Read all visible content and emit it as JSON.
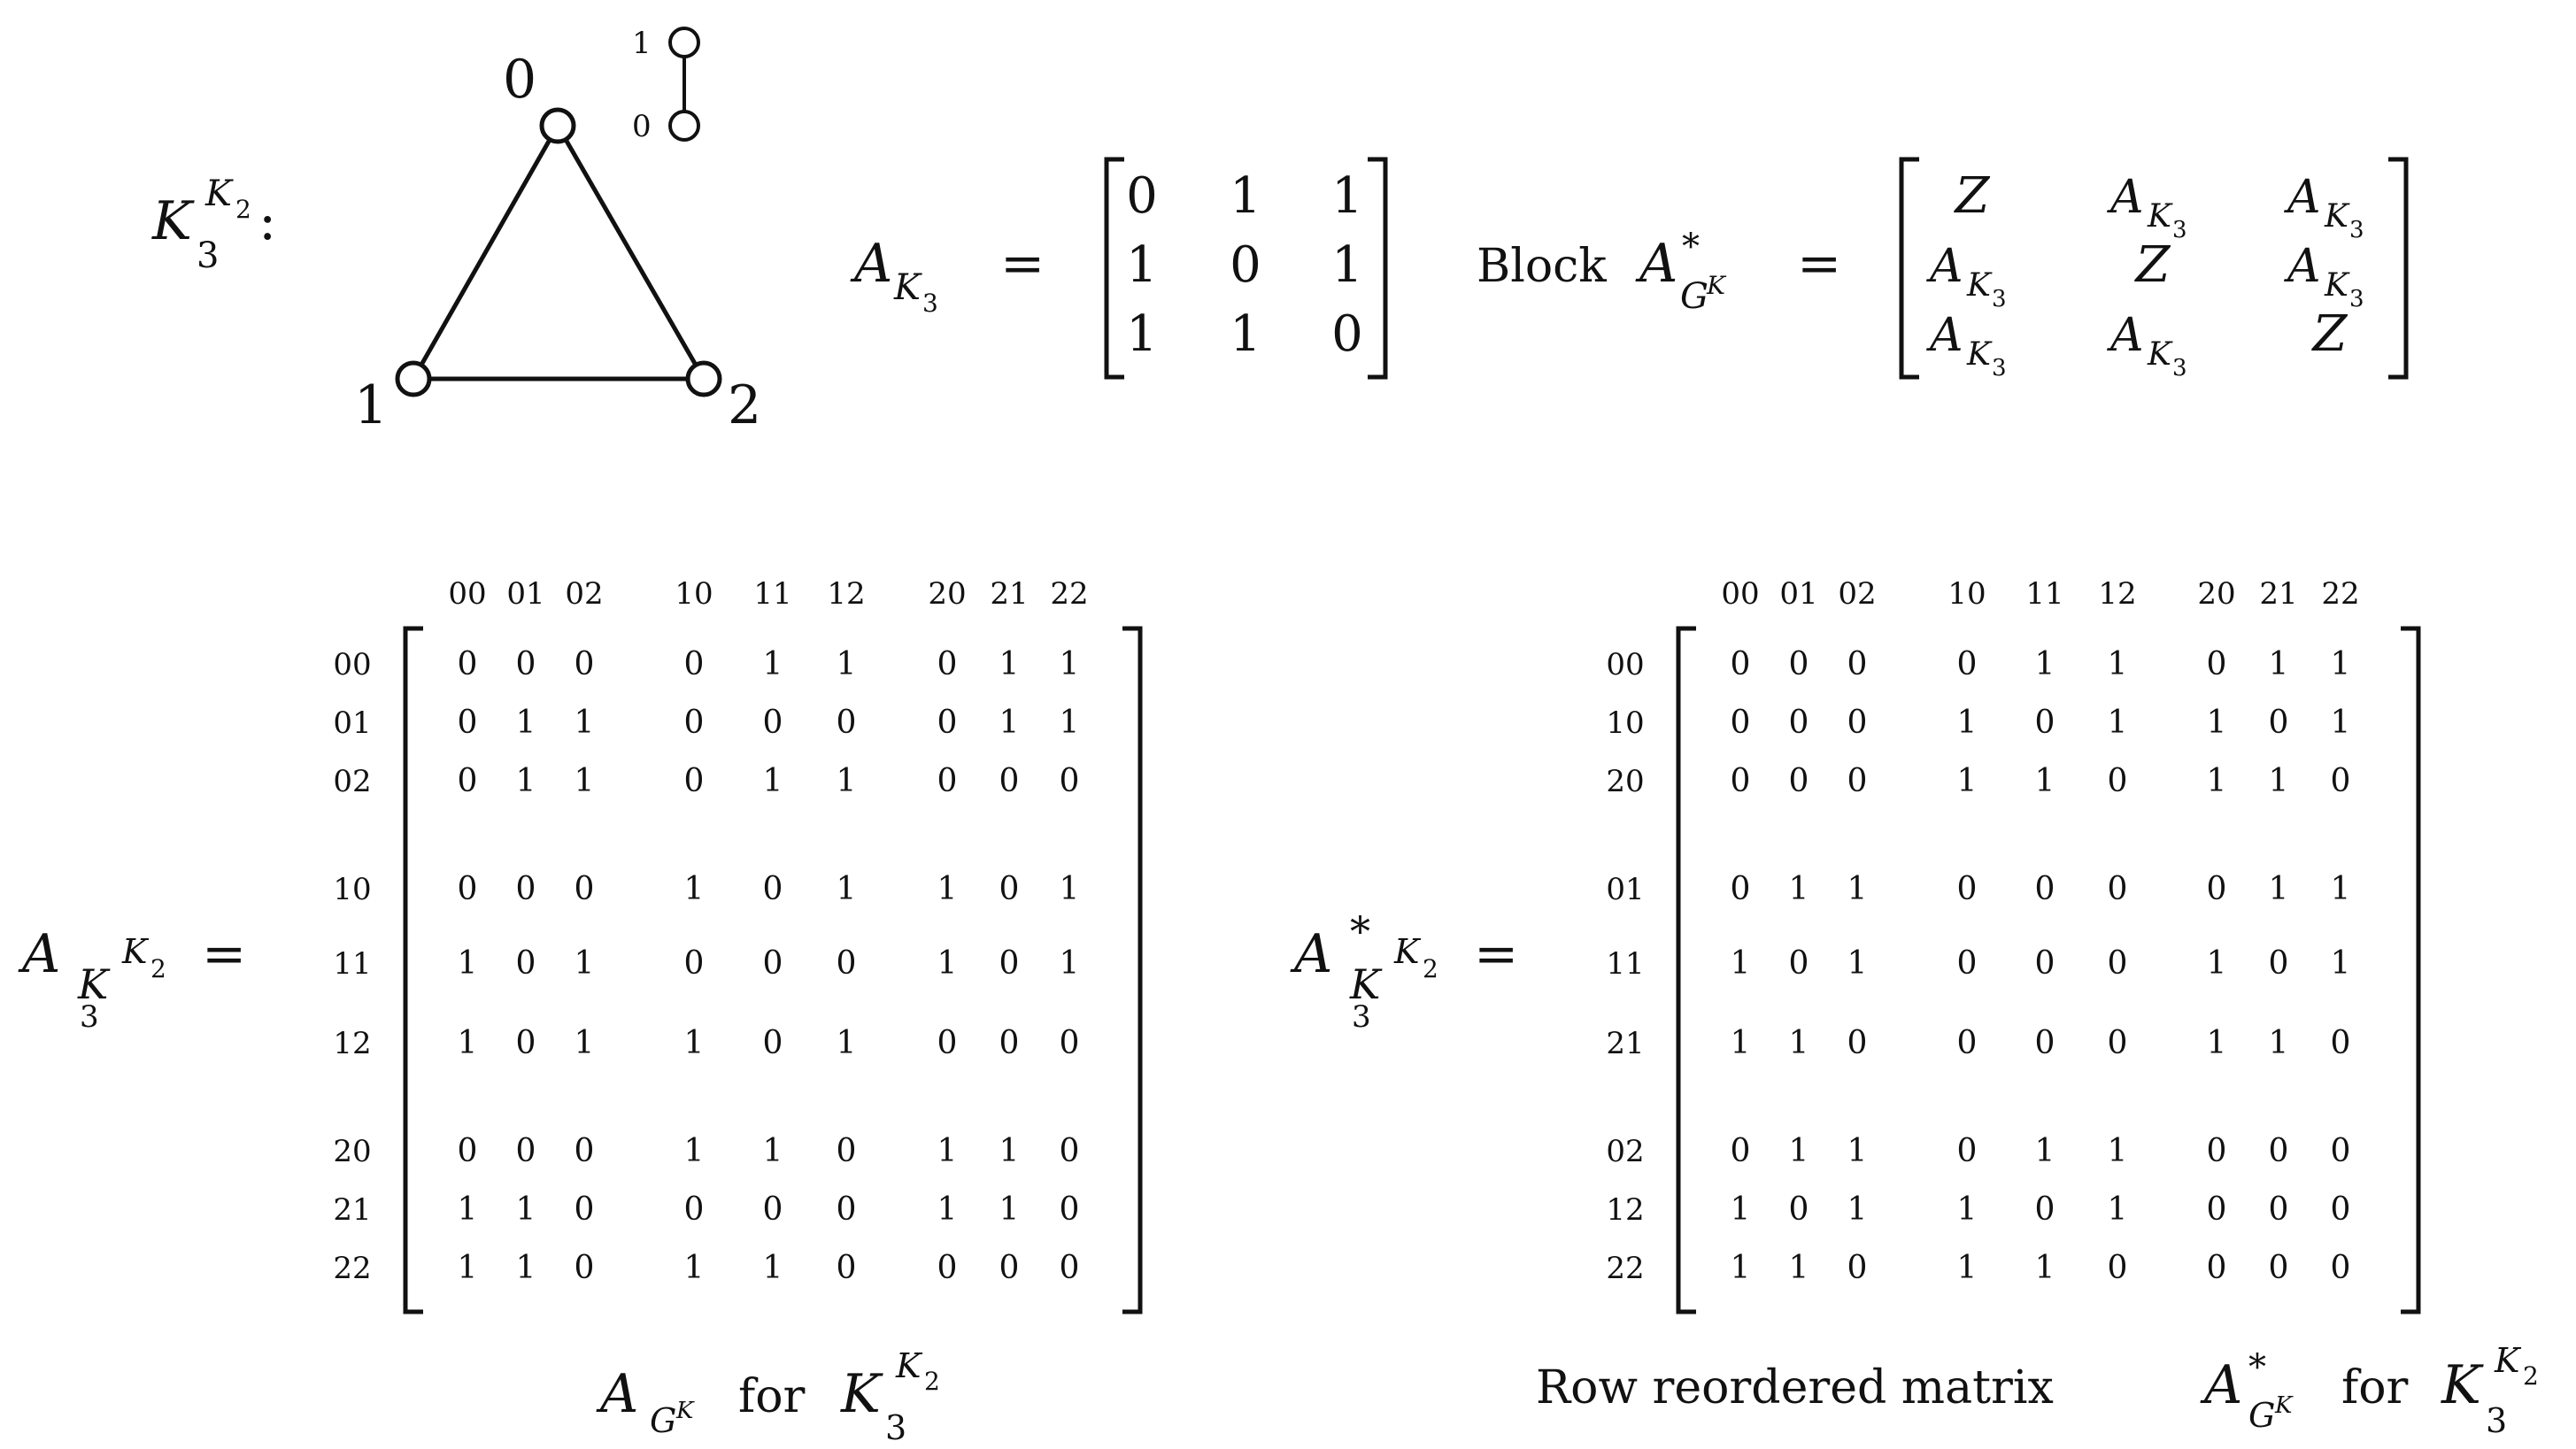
{
  "graph": {
    "label": "K",
    "label_sub": "3",
    "label_sup": "K",
    "label_sup_sub": "2",
    "label_suffix": ":",
    "vertices": [
      "0",
      "1",
      "2"
    ],
    "k2_vertices": [
      "1",
      "0"
    ]
  },
  "a_k3": {
    "name": "A",
    "sub": "K",
    "sub_sub": "3",
    "rows": [
      [
        "0",
        "1",
        "1"
      ],
      [
        "1",
        "0",
        "1"
      ],
      [
        "1",
        "1",
        "0"
      ]
    ]
  },
  "block": {
    "prefix": "Block",
    "name": "A",
    "star": "*",
    "sub": "G",
    "sub_sup": "K",
    "cell_z": "Z",
    "cell_a": "A",
    "cell_a_sub": "K",
    "cell_a_sub_sub": "3",
    "rows": [
      [
        "Z",
        "A",
        "A"
      ],
      [
        "A",
        "Z",
        "A"
      ],
      [
        "A",
        "A",
        "Z"
      ]
    ]
  },
  "left_matrix": {
    "lhs_name": "A",
    "lhs_sub": "K",
    "lhs_sub_sub": "3",
    "lhs_sub_sup": "K",
    "lhs_sub_sup_sub": "2",
    "col_headers": [
      "00",
      "01",
      "02",
      "10",
      "11",
      "12",
      "20",
      "21",
      "22"
    ],
    "row_headers": [
      "00",
      "01",
      "02",
      "10",
      "11",
      "12",
      "20",
      "21",
      "22"
    ],
    "rows": [
      [
        "0",
        "0",
        "0",
        "0",
        "1",
        "1",
        "0",
        "1",
        "1"
      ],
      [
        "0",
        "1",
        "1",
        "0",
        "0",
        "0",
        "0",
        "1",
        "1"
      ],
      [
        "0",
        "1",
        "1",
        "0",
        "1",
        "1",
        "0",
        "0",
        "0"
      ],
      [
        "0",
        "0",
        "0",
        "1",
        "0",
        "1",
        "1",
        "0",
        "1"
      ],
      [
        "1",
        "0",
        "1",
        "0",
        "0",
        "0",
        "1",
        "0",
        "1"
      ],
      [
        "1",
        "0",
        "1",
        "1",
        "0",
        "1",
        "0",
        "0",
        "0"
      ],
      [
        "0",
        "0",
        "0",
        "1",
        "1",
        "0",
        "1",
        "1",
        "0"
      ],
      [
        "1",
        "1",
        "0",
        "0",
        "0",
        "0",
        "1",
        "1",
        "0"
      ],
      [
        "1",
        "1",
        "0",
        "1",
        "1",
        "0",
        "0",
        "0",
        "0"
      ]
    ],
    "caption_name": "A",
    "caption_sub": "G",
    "caption_sub_sup": "K",
    "caption_for": "for",
    "caption_k": "K",
    "caption_k_sub": "3",
    "caption_k_sup": "K",
    "caption_k_sup_sub": "2"
  },
  "right_matrix": {
    "lhs_name": "A",
    "lhs_star": "*",
    "lhs_sub": "K",
    "lhs_sub_sub": "3",
    "lhs_sub_sup": "K",
    "lhs_sub_sup_sub": "2",
    "col_headers": [
      "00",
      "01",
      "02",
      "10",
      "11",
      "12",
      "20",
      "21",
      "22"
    ],
    "row_headers": [
      "00",
      "10",
      "20",
      "01",
      "11",
      "21",
      "02",
      "12",
      "22"
    ],
    "rows": [
      [
        "0",
        "0",
        "0",
        "0",
        "1",
        "1",
        "0",
        "1",
        "1"
      ],
      [
        "0",
        "0",
        "0",
        "1",
        "0",
        "1",
        "1",
        "0",
        "1"
      ],
      [
        "0",
        "0",
        "0",
        "1",
        "1",
        "0",
        "1",
        "1",
        "0"
      ],
      [
        "0",
        "1",
        "1",
        "0",
        "0",
        "0",
        "0",
        "1",
        "1"
      ],
      [
        "1",
        "0",
        "1",
        "0",
        "0",
        "0",
        "1",
        "0",
        "1"
      ],
      [
        "1",
        "1",
        "0",
        "0",
        "0",
        "0",
        "1",
        "1",
        "0"
      ],
      [
        "0",
        "1",
        "1",
        "0",
        "1",
        "1",
        "0",
        "0",
        "0"
      ],
      [
        "1",
        "0",
        "1",
        "1",
        "0",
        "1",
        "0",
        "0",
        "0"
      ],
      [
        "1",
        "1",
        "0",
        "1",
        "1",
        "0",
        "0",
        "0",
        "0"
      ]
    ],
    "caption_prefix": "Row reordered matrix",
    "caption_name": "A",
    "caption_star": "*",
    "caption_sub": "G",
    "caption_sub_sup": "K",
    "caption_for": "for",
    "caption_k": "K",
    "caption_k_sub": "3",
    "caption_k_sup": "K",
    "caption_k_sup_sub": "2"
  },
  "equals": "="
}
